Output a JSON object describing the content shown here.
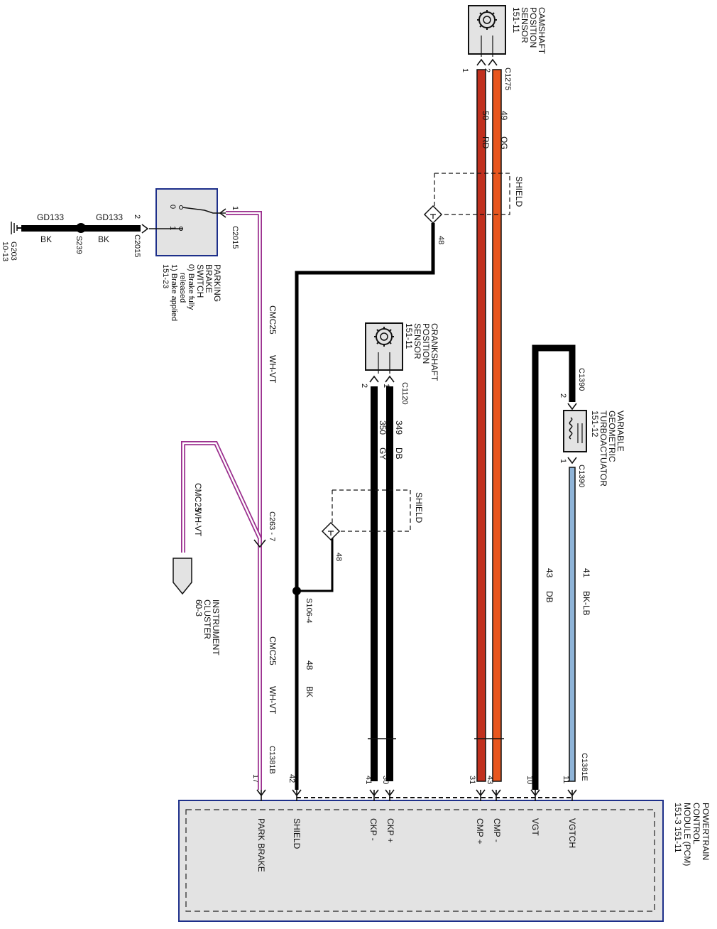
{
  "camshaft_sensor": {
    "lines": [
      "CAMSHAFT",
      "POSITION",
      "SENSOR",
      "151-11"
    ],
    "connector": "C1275",
    "pin_a": "1",
    "pin_b": "2"
  },
  "crankshaft_sensor": {
    "lines": [
      "CRANKSHAFT",
      "POSITION",
      "SENSOR",
      "151-11"
    ],
    "connector": "C1120",
    "pin_a": "2",
    "pin_b": "1"
  },
  "turbo_actuator": {
    "lines": [
      "VARIABLE",
      "GEOMETRIC",
      "TURBOACTUATOR",
      "151-12"
    ],
    "connector_top": "C1390",
    "connector_bottom": "C1390",
    "pin_top": "2",
    "pin_bottom": "1"
  },
  "parking_brake": {
    "lines": [
      "PARKING",
      "BRAKE",
      "SWITCH",
      "0) Brake fully",
      "released",
      "1) Brake applied",
      "151-23"
    ],
    "connector_right": "C2015",
    "connector_left": "C2015",
    "pin_right": "1",
    "pin_left": "2",
    "contact_0": "0",
    "contact_1": "1"
  },
  "ground": {
    "lines": [
      "G203",
      "10-13"
    ],
    "splice": "S239",
    "wire_1": {
      "circuit": "GD133",
      "color": "BK"
    },
    "wire_2": {
      "circuit": "GD133",
      "color": "BK"
    }
  },
  "instrument_cluster": {
    "lines": [
      "INSTRUMENT",
      "CLUSTER",
      "60-3"
    ],
    "wire": {
      "circuit": "CMC25",
      "color": "WH-VT"
    }
  },
  "splices": {
    "c263": "C263 - 7",
    "s106": "S106-4"
  },
  "wires": {
    "camshaft_rd": {
      "circuit": "50",
      "color": "RD"
    },
    "camshaft_og": {
      "circuit": "49",
      "color": "OG"
    },
    "crank_gy": {
      "circuit": "350",
      "color": "GY"
    },
    "crank_db": {
      "circuit": "349",
      "color": "DB"
    },
    "vgt_db": {
      "circuit": "43",
      "color": "DB"
    },
    "vgtch_bklb": {
      "circuit": "41",
      "color": "BK-LB"
    },
    "shield_bk": {
      "circuit": "48",
      "color": "BK"
    },
    "park_upper": {
      "circuit": "CMC25",
      "color": "WH-VT"
    },
    "park_lower": {
      "circuit": "CMC25",
      "color": "WH-VT"
    }
  },
  "shields": {
    "upper": "SHIELD",
    "lower": "SHIELD",
    "upper_drain": "48",
    "lower_drain": "48"
  },
  "pcm": {
    "lines": [
      "POWERTRAIN",
      "CONTROL",
      "MODULE (PCM)",
      "151-3   151-11"
    ],
    "connector_left": "C1381B",
    "connector_right": "C1381E",
    "pins": [
      {
        "num": "17",
        "label": "PARK BRAKE"
      },
      {
        "num": "42",
        "label": "SHIELD"
      },
      {
        "num": "41",
        "label": "CKP -"
      },
      {
        "num": "30",
        "label": "CKP +"
      },
      {
        "num": "31",
        "label": "CMP +"
      },
      {
        "num": "43",
        "label": "CMP -"
      },
      {
        "num": "10",
        "label": "VGT"
      },
      {
        "num": "11",
        "label": "VGTCH"
      }
    ]
  },
  "colors": {
    "red": "#c0301e",
    "orange": "#e8561e",
    "black": "#000000",
    "violet": "#9b2f8e",
    "blue_lb": "#8fb4d8",
    "module_fill": "#e3e3e3",
    "module_border": "#1d2f8a"
  }
}
